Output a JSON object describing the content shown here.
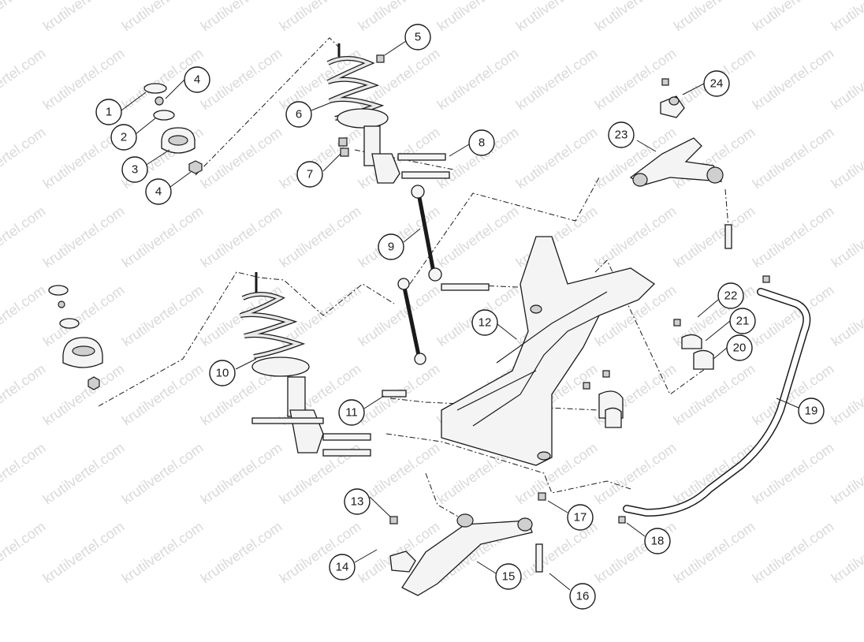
{
  "watermark": {
    "text": "krutilvertel.com"
  },
  "callouts": [
    {
      "label": "1"
    },
    {
      "label": "2"
    },
    {
      "label": "3"
    },
    {
      "label": "4"
    },
    {
      "label": "4"
    },
    {
      "label": "5"
    },
    {
      "label": "6"
    },
    {
      "label": "7"
    },
    {
      "label": "8"
    },
    {
      "label": "9"
    },
    {
      "label": "10"
    },
    {
      "label": "11"
    },
    {
      "label": "12"
    },
    {
      "label": "13"
    },
    {
      "label": "14"
    },
    {
      "label": "15"
    },
    {
      "label": "16"
    },
    {
      "label": "17"
    },
    {
      "label": "18"
    },
    {
      "label": "19"
    },
    {
      "label": "20"
    },
    {
      "label": "21"
    },
    {
      "label": "22"
    },
    {
      "label": "23"
    },
    {
      "label": "24"
    }
  ],
  "colors": {
    "line": "#1a1a1a",
    "fill": "#f4f4f4",
    "watermark": "#d9d9d9"
  }
}
